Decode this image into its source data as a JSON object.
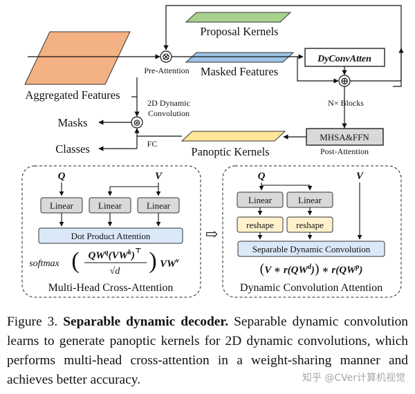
{
  "figure": {
    "top": {
      "proposal_kernels": "Proposal Kernels",
      "aggregated_features": "Aggregated Features",
      "pre_attention": "Pre-Attention",
      "masked_features": "Masked Features",
      "dyconv": "DyConvAtten",
      "n_blocks": "N× Blocks",
      "dynamic_conv_line1": "2D Dynamic",
      "dynamic_conv_line2": "Convolution",
      "masks": "Masks",
      "classes": "Classes",
      "fc": "FC",
      "panoptic_kernels": "Panoptic Kernels",
      "mhsa": "MHSA&FFN",
      "post_attention": "Post-Attention",
      "otimes": "⊗",
      "oplus": "⊕",
      "conv_star": "⊛"
    },
    "left_panel": {
      "q": "Q",
      "v": "V",
      "linear": "Linear",
      "dot_product": "Dot Product Attention",
      "formula_softmax": "softmax",
      "formula_num": "QW",
      "formula_sqrt": "√d",
      "formula_tail": "VW",
      "title": "Multi-Head Cross-Attention"
    },
    "right_panel": {
      "q": "Q",
      "v": "V",
      "linear": "Linear",
      "reshape": "reshape",
      "sep_conv": "Separable Dynamic Convolution",
      "formula": "(V ∗ r(QWᵈ)) ∗ r(QWᵖ)",
      "title": "Dynamic Convolution Attention"
    },
    "middle_arrow": "⇨"
  },
  "caption": {
    "label": "Figure 3.",
    "bold": "Separable dynamic decoder.",
    "text": "Separable dynamic convolution learns to generate panoptic kernels for 2D dynamic convolutions, which performs multi-head cross-attention in a weight-sharing manner and achieves better accuracy."
  },
  "watermark": "知乎 @CVer计算机视觉",
  "colors": {
    "proposal_fill": "#a9d18e",
    "masked_fill": "#9dc3e6",
    "aggregated_fill": "#f4b183",
    "panoptic_fill": "#ffe699",
    "gray_box": "#d9d9d9",
    "blue_box": "#dae8f7",
    "yellow_box": "#fff2cc"
  }
}
